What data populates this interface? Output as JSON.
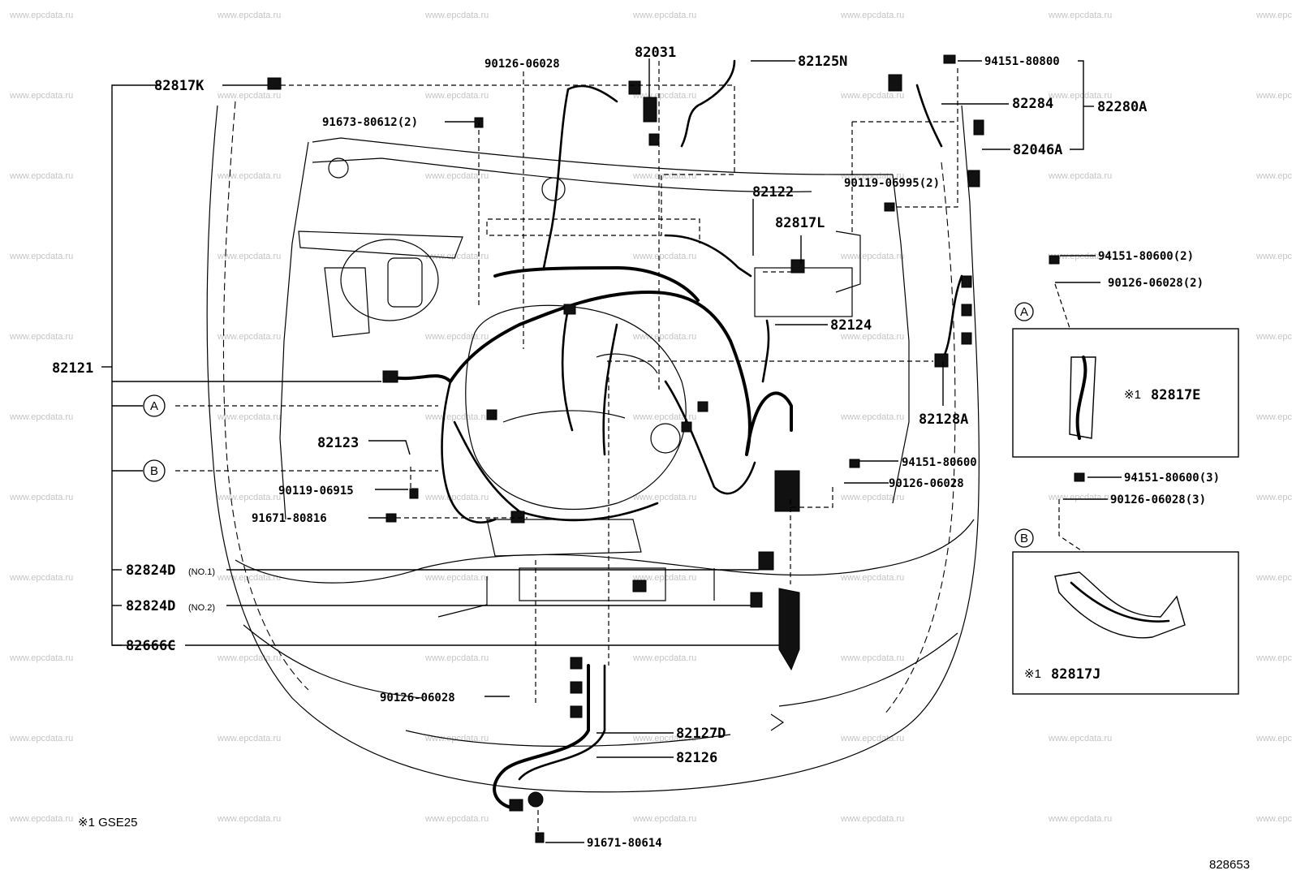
{
  "watermark": "www.epcdata.ru",
  "diagram_code": "828653",
  "footnote": "※1 GSE25",
  "callouts": {
    "A": "A",
    "B": "B"
  },
  "parts": {
    "p82817K": "82817K",
    "p90126_06028_top": "90126-06028",
    "p82031": "82031",
    "p82125N": "82125N",
    "p94151_80800": "94151-80800",
    "p82284": "82284",
    "p82280A": "82280A",
    "p82046A": "82046A",
    "p91673_80612": "91673-80612(2)",
    "p90119_06995": "90119-06995(2)",
    "p82122": "82122",
    "p82817L": "82817L",
    "p94151_80600_2": "94151-80600(2)",
    "p90126_06028_2": "90126-06028(2)",
    "p82124": "82124",
    "p82121": "82121",
    "p82128A": "82128A",
    "p82817E": "82817E",
    "p82123": "82123",
    "p94151_80600": "94151-80600",
    "p90126_06028_mid": "90126-06028",
    "p90119_06915": "90119-06915",
    "p94151_80600_3": "94151-80600(3)",
    "p90126_06028_3": "90126-06028(3)",
    "p91671_80816": "91671-80816",
    "p82824D_1": "82824D",
    "p82824D_1_note": "(NO.1)",
    "p82824D_2": "82824D",
    "p82824D_2_note": "(NO.2)",
    "p82666C": "82666C",
    "p82817J": "82817J",
    "p90126_06028_low": "90126-06028",
    "p82127D": "82127D",
    "p82126": "82126",
    "p91671_80614": "91671-80614",
    "mark": "※1"
  }
}
